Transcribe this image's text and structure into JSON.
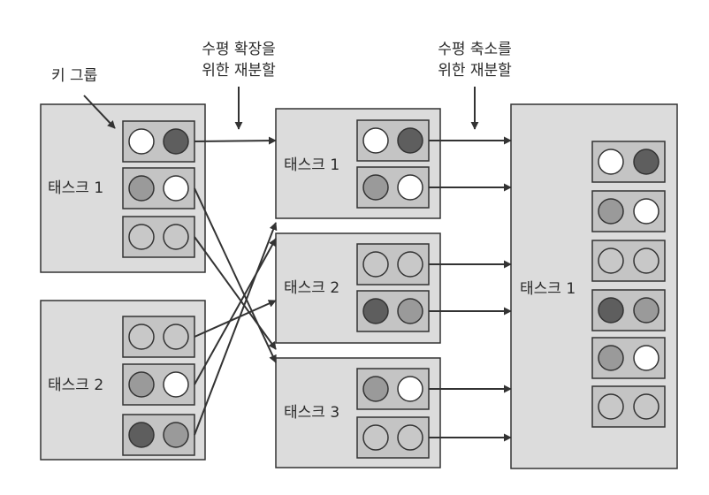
{
  "annotations": {
    "key_group": "키 그룹",
    "scale_out": [
      "수평 확장을",
      "위한 재분할"
    ],
    "scale_in": [
      "수평 축소를",
      "위한 재분할"
    ]
  },
  "left_tasks": [
    {
      "name": "태스크 1",
      "groups": [
        [
          "white",
          "dark"
        ],
        [
          "mid",
          "white"
        ],
        [
          "light",
          "light"
        ]
      ]
    },
    {
      "name": "태스크 2",
      "groups": [
        [
          "light",
          "light"
        ],
        [
          "mid",
          "white"
        ],
        [
          "dark",
          "mid"
        ]
      ]
    }
  ],
  "middle_tasks": [
    {
      "name": "태스크 1",
      "groups": [
        [
          "white",
          "dark"
        ],
        [
          "mid",
          "white"
        ]
      ]
    },
    {
      "name": "태스크 2",
      "groups": [
        [
          "light",
          "light"
        ],
        [
          "dark",
          "mid"
        ]
      ]
    },
    {
      "name": "태스크 3",
      "groups": [
        [
          "mid",
          "white"
        ],
        [
          "light",
          "light"
        ]
      ]
    }
  ],
  "right_tasks": [
    {
      "name": "태스크 1",
      "groups": [
        [
          "white",
          "dark"
        ],
        [
          "mid",
          "white"
        ],
        [
          "light",
          "light"
        ],
        [
          "dark",
          "mid"
        ],
        [
          "mid",
          "white"
        ],
        [
          "light",
          "light"
        ]
      ]
    }
  ],
  "colors": {
    "white": "#ffffff",
    "light": "#c8c8c8",
    "mid": "#9a9a9a",
    "dark": "#5e5e5e",
    "task_fill": "#dcdcdc",
    "group_fill": "#c4c4c4",
    "stroke": "#333333"
  }
}
